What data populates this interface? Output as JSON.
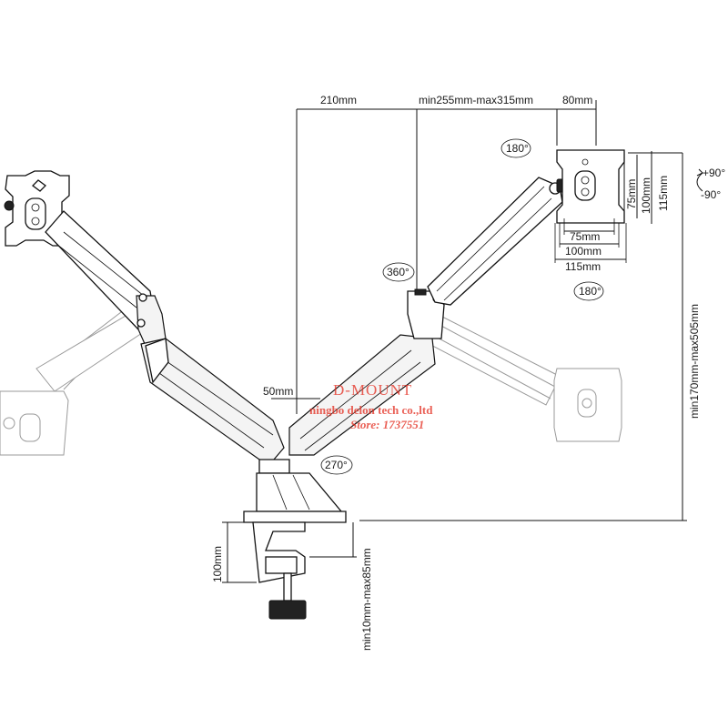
{
  "dimensions": {
    "arm_offset": "210mm",
    "arm_reach": "min255mm-max315mm",
    "plate_offset": "80mm",
    "pole_gap": "50mm",
    "clamp_height": "100mm",
    "desk_thickness": "min10mm-max85mm",
    "height_adjust": "min170mm-max505mm",
    "vesa_height_75": "75mm",
    "vesa_height_100": "100mm",
    "vesa_height_115": "115mm",
    "vesa_width_75": "75mm",
    "vesa_width_100": "100mm",
    "vesa_width_115": "115mm"
  },
  "rotations": {
    "monitor_rotation": "180°",
    "arm_rotation": "360°",
    "plate_rotation": "180°",
    "base_rotation": "270°",
    "tilt_up": "+90°",
    "tilt_down": "-90°"
  },
  "watermark": {
    "brand": "D-MOUNT",
    "company": "ningbo delon tech co.,ltd",
    "store": "Store: 1737551"
  },
  "colors": {
    "lines": "#111111",
    "ghost": "#9a9a9a",
    "watermark": "#e32a1c"
  }
}
